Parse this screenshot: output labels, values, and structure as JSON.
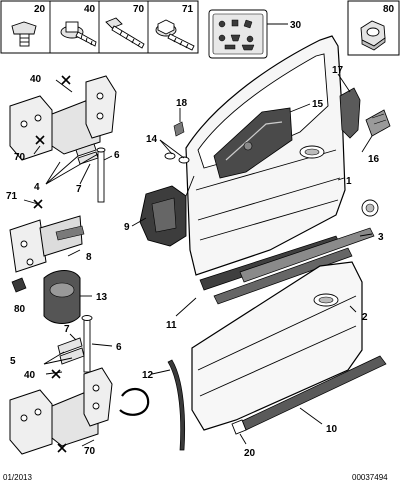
{
  "fastener_box": {
    "labels": [
      "20",
      "40",
      "70",
      "71"
    ],
    "icons": [
      "clip-icon",
      "flange-screw-icon",
      "long-bolt-icon",
      "hex-bolt-icon"
    ]
  },
  "clip_kit_label": "30",
  "nut_box_label": "80",
  "callouts": {
    "c17": "17",
    "c18": "18",
    "c15": "15",
    "c14": "14",
    "c16": "16",
    "c40a": "40",
    "c70a": "70",
    "c4": "4",
    "c6a": "6",
    "c7a": "7",
    "c71": "71",
    "c1": "1",
    "c3": "3",
    "c8": "8",
    "c13": "13",
    "c80": "80",
    "c7b": "7",
    "c5": "5",
    "c6b": "6",
    "c11": "11",
    "c2": "2",
    "c12": "12",
    "c40b": "40",
    "c20": "20",
    "c10": "10",
    "c70b": "70",
    "c9": "9"
  },
  "footer": {
    "date": "01/2013",
    "ref": "00037494"
  }
}
